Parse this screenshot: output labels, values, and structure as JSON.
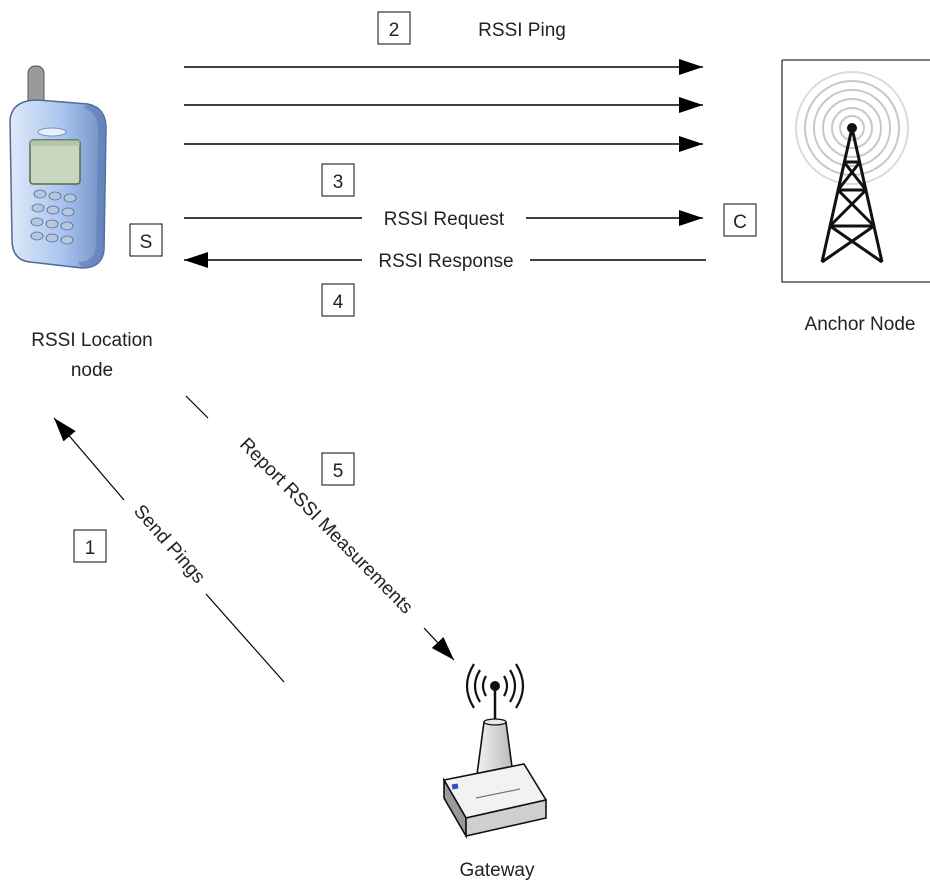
{
  "nodes": {
    "mobile": {
      "label_line1": "RSSI Location",
      "label_line2": "node"
    },
    "anchor": {
      "label": "Anchor Node"
    },
    "gateway": {
      "label": "Gateway"
    }
  },
  "steps": {
    "s1": "1",
    "s2": "2",
    "s3": "3",
    "s4": "4",
    "s5": "5"
  },
  "markers": {
    "source": "S",
    "client": "C"
  },
  "messages": {
    "ping": "RSSI Ping",
    "request": "RSSI Request",
    "response": "RSSI Response",
    "send_pings": "Send Pings",
    "report": "Report RSSI Measurements"
  },
  "colors": {
    "phone_body": "#a9c4ee",
    "phone_shadow": "#6e8fc4",
    "screen": "#c8d8bf",
    "line": "#000000"
  }
}
